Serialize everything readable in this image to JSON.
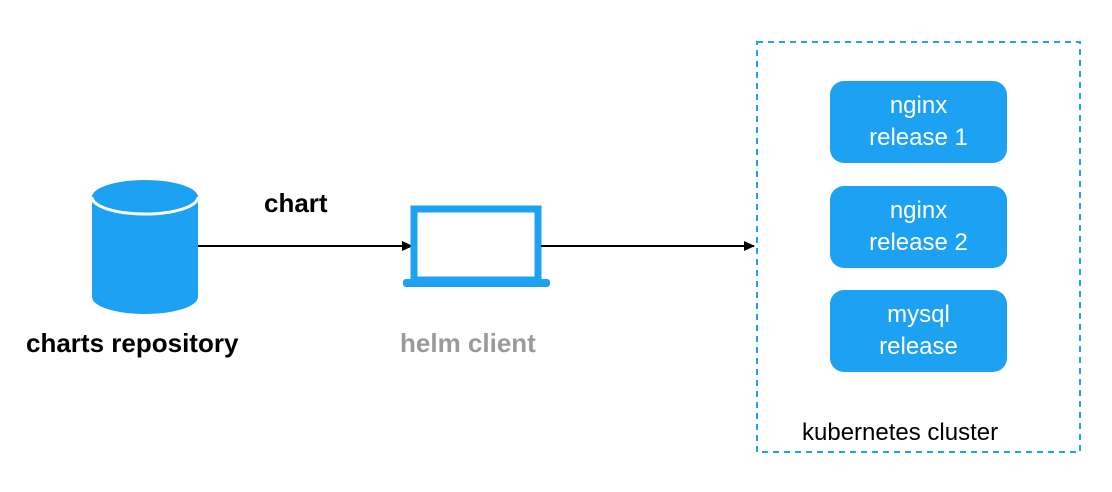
{
  "colors": {
    "accent": "#1da1f2",
    "muted_text": "#9a9a9a",
    "text": "#000000"
  },
  "repository": {
    "label": "charts repository",
    "icon": "database-icon"
  },
  "edge_chart": {
    "label": "chart"
  },
  "client": {
    "label": "helm client",
    "icon": "laptop-icon"
  },
  "cluster": {
    "label": "kubernetes cluster",
    "releases": [
      {
        "line1": "nginx",
        "line2": "release 1"
      },
      {
        "line1": "nginx",
        "line2": "release 2"
      },
      {
        "line1": "mysql",
        "line2": "release"
      }
    ]
  }
}
